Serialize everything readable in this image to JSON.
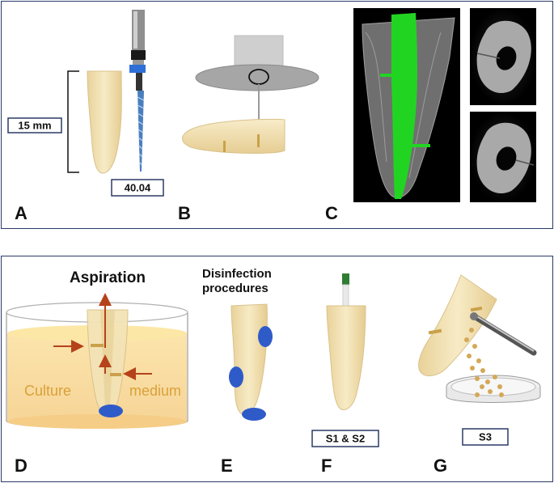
{
  "top_panel": {
    "labels": {
      "a": "A",
      "b": "B",
      "c": "C"
    },
    "length_box": "15 mm",
    "file_box": "40.04"
  },
  "bottom_panel": {
    "labels": {
      "d": "D",
      "e": "E",
      "f": "F",
      "g": "G"
    },
    "aspiration": "Aspiration",
    "disinfection_line1": "Disinfection",
    "disinfection_line2": "procedures",
    "culture_word": "Culture",
    "medium_word": "medium",
    "s1s2_box": "S1 & S2",
    "s3_box": "S3"
  },
  "colors": {
    "border": "#2b3a67",
    "tooth": "#f2dfae",
    "arrow": "#b5421b",
    "blue_dot": "#2f5bc9",
    "green_fill": "#22d422",
    "medium_text": "#d9a13a"
  }
}
